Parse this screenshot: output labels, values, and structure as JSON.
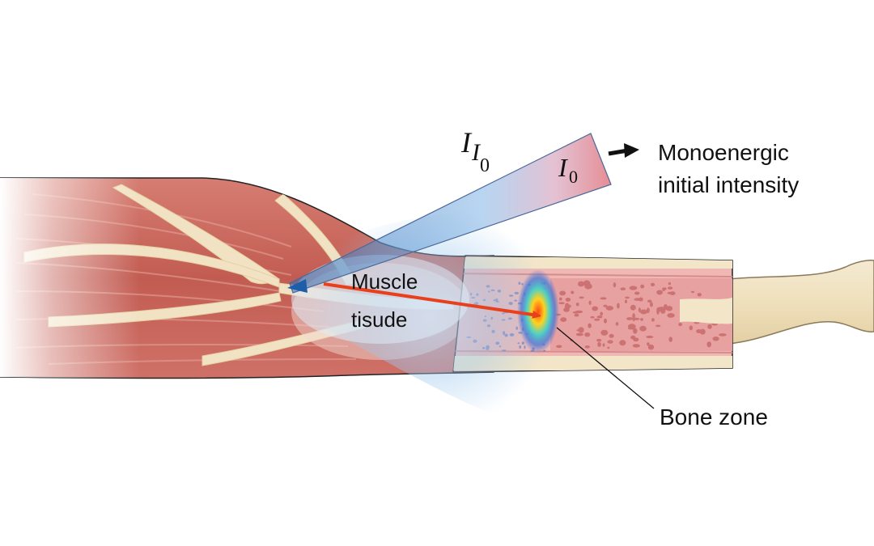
{
  "beam": {
    "symbol_main": "I",
    "symbol_sub": "I",
    "symbol_sub_index": "0",
    "source_symbol": "I",
    "source_index": "0"
  },
  "labels": {
    "source_line1": "Monoenergic",
    "source_line2": "initial intensity",
    "muscle_line1": "Muscle",
    "muscle_line2": "tisude",
    "bone": "Bone zone"
  },
  "colors": {
    "muscle": "#c8645a",
    "muscle_light": "#e7a79c",
    "fascia": "#f1e2c4",
    "bone_shaft": "#f0b8b4",
    "bone_marrow": "#e7a1a0",
    "bone_cortex": "#f3e5c8",
    "beam": "#7fb3e6",
    "beam_source": "#e5868c",
    "ray": "#e8401c",
    "hotspot": "#ffd21e"
  }
}
